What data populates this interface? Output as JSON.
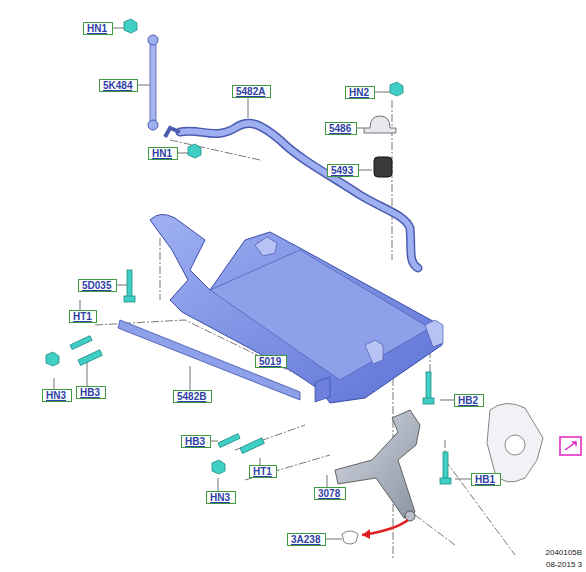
{
  "diagram": {
    "nodes": [
      {
        "text": [
          "HN1"
        ]
      },
      {
        "text": [
          "5K484"
        ]
      },
      {
        "text": [
          "5482A"
        ]
      },
      {
        "text": [
          "HN2"
        ]
      },
      {
        "text": [
          "5486"
        ]
      },
      {
        "text": [
          "HN1"
        ]
      },
      {
        "text": [
          "5493"
        ]
      },
      {
        "text": [
          "5D035"
        ]
      },
      {
        "text": [
          "HT1"
        ]
      },
      {
        "text": [
          "5019"
        ]
      },
      {
        "text": [
          "HB3"
        ]
      },
      {
        "text": [
          "HN3"
        ]
      },
      {
        "text": [
          "5482B"
        ]
      },
      {
        "text": [
          "HB2"
        ]
      },
      {
        "text": [
          "HB3"
        ]
      },
      {
        "text": [
          "HT1"
        ]
      },
      {
        "text": [
          "HB1"
        ]
      },
      {
        "text": [
          "3078"
        ]
      },
      {
        "text": [
          "HN3"
        ]
      },
      {
        "text": [
          "3A238"
        ]
      }
    ],
    "labels": [
      "2040105B",
      "08-2015 3"
    ]
  }
}
